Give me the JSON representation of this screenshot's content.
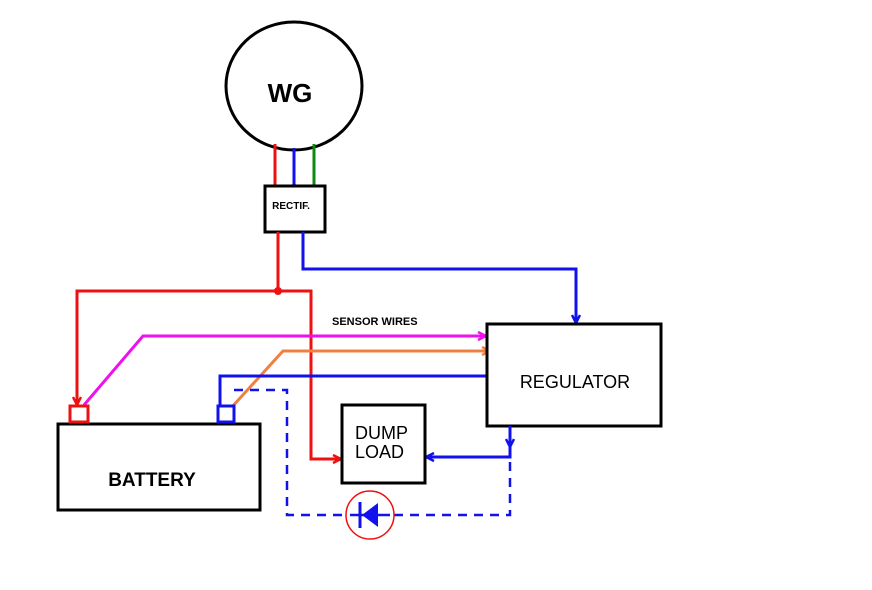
{
  "labels": {
    "generator": "WG",
    "rectifier": "RECTIF.",
    "regulator": "REGULATOR",
    "dump_load_line1": "DUMP",
    "dump_load_line2": "LOAD",
    "battery": "BATTERY",
    "sensor_wires": "SENSOR WIRES"
  },
  "colors": {
    "positive": "#ee1111",
    "negative": "#1111ee",
    "ground": "#118811",
    "sensor_positive": "#ee11ee",
    "sensor_negative": "#f08040",
    "outline": "#000000"
  }
}
